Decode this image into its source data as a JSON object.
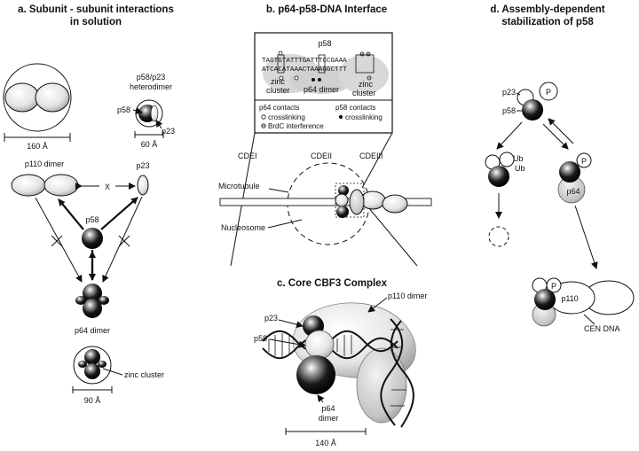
{
  "panels": {
    "a": {
      "title_line1": "a. Subunit - subunit interactions",
      "title_line2": "in solution",
      "scale_160": "160 Å",
      "heterodimer_line1": "p58/p23",
      "heterodimer_line2": "heterodimer",
      "het_p58": "p58",
      "het_p23": "p23",
      "scale_60": "60 Å",
      "p110_dimer": "p110 dimer",
      "p23": "p23",
      "p58": "p58",
      "x_mark": "X",
      "p64_dimer": "p64 dimer",
      "zinc_cluster": "zinc cluster",
      "scale_90": "90 Å"
    },
    "b": {
      "title": "b. p64-p58-DNA Interface",
      "p58": "p58",
      "seq_top": "TAGTGTATTTGATTTCCGAAA",
      "seq_bottom": "ATCACATAAACTAAAGGCTTT",
      "zinc_left_1": "zinc",
      "zinc_left_2": "cluster",
      "p64_dimer": "p64 dimer",
      "zinc_right_1": "zinc",
      "zinc_right_2": "cluster",
      "p64_contacts": "p64 contacts",
      "p64_crosslinking": "crosslinking",
      "brdc": "BrdC interference",
      "p58_contacts": "p58 contacts",
      "p58_crosslinking": "crosslinking",
      "cdei": "CDEI",
      "cdeii": "CDEII",
      "cdeiii": "CDEIII",
      "microtubule": "Microtubule",
      "nucleosome": "Nucleosome"
    },
    "c": {
      "title": "c. Core CBF3 Complex",
      "p23": "p23",
      "p58": "p58",
      "p110_dimer": "p110 dimer",
      "p64_line1": "p64",
      "p64_line2": "dimer",
      "scale_140": "140 Å"
    },
    "d": {
      "title_line1": "d. Assembly-dependent",
      "title_line2": "stabilization of p58",
      "p23": "p23",
      "p58": "p58",
      "p": "P",
      "ub1": "Ub",
      "ub2": "Ub",
      "p64": "p64",
      "p110": "p110",
      "cen_dna": "CEN DNA"
    }
  }
}
